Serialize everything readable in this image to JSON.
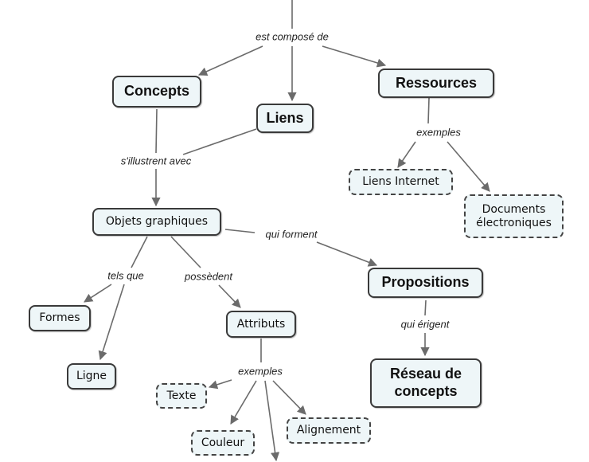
{
  "colors": {
    "node_fill": "#eef6f8",
    "node_border": "#3a3a3a",
    "link": "#6b6b6b"
  },
  "nodes": {
    "concepts": "Concepts",
    "liens": "Liens",
    "ressources": "Ressources",
    "liens_internet": "Liens Internet",
    "documents": "Documents électroniques",
    "objets": "Objets graphiques",
    "propositions": "Propositions",
    "formes": "Formes",
    "ligne": "Ligne",
    "attributs": "Attributs",
    "reseau": "Réseau de concepts",
    "texte": "Texte",
    "couleur": "Couleur",
    "alignement": "Alignement"
  },
  "links": {
    "est_compose_de": "est composé de",
    "exemples_ressources": "exemples",
    "s_illustrent_avec": "s'illustrent avec",
    "qui_forment": "qui forment",
    "tels_que": "tels que",
    "possedent": "possèdent",
    "qui_erigent": "qui érigent",
    "exemples_attributs": "exemples"
  }
}
